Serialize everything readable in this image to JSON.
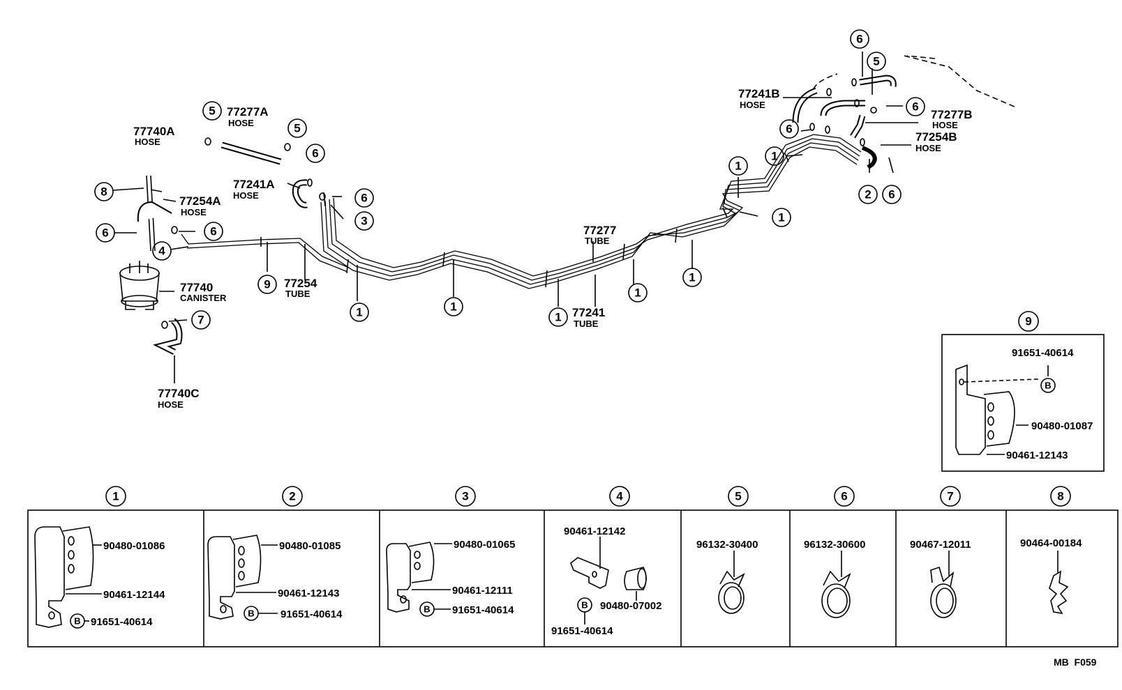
{
  "parts": {
    "hose_77740A": {
      "pn": "77740A",
      "label": "HOSE"
    },
    "hose_77277A": {
      "pn": "77277A",
      "label": "HOSE"
    },
    "hose_77241A": {
      "pn": "77241A",
      "label": "HOSE"
    },
    "hose_77254A": {
      "pn": "77254A",
      "label": "HOSE"
    },
    "canister_77740": {
      "pn": "77740",
      "label": "CANISTER"
    },
    "hose_77740C": {
      "pn": "77740C",
      "label": "HOSE"
    },
    "tube_77254": {
      "pn": "77254",
      "label": "TUBE"
    },
    "tube_77277": {
      "pn": "77277",
      "label": "TUBE"
    },
    "tube_77241": {
      "pn": "77241",
      "label": "TUBE"
    },
    "hose_77241B": {
      "pn": "77241B",
      "label": "HOSE"
    },
    "hose_77277B": {
      "pn": "77277B",
      "label": "HOSE"
    },
    "hose_77254B": {
      "pn": "77254B",
      "label": "HOSE"
    }
  },
  "callouts": [
    "1",
    "2",
    "3",
    "4",
    "5",
    "6",
    "7",
    "8",
    "9"
  ],
  "bolt_symbol": "B",
  "detail_9": {
    "num": "9",
    "parts": [
      "91651-40614",
      "90480-01087",
      "90461-12143"
    ]
  },
  "details": [
    {
      "num": "1",
      "parts": [
        "90480-01086",
        "90461-12144",
        "91651-40614"
      ]
    },
    {
      "num": "2",
      "parts": [
        "90480-01085",
        "90461-12143",
        "91651-40614"
      ]
    },
    {
      "num": "3",
      "parts": [
        "90480-01065",
        "90461-12111",
        "91651-40614"
      ]
    },
    {
      "num": "4",
      "parts": [
        "90461-12142",
        "90480-07002",
        "91651-40614"
      ]
    },
    {
      "num": "5",
      "parts": [
        "96132-30400"
      ]
    },
    {
      "num": "6",
      "parts": [
        "96132-30600"
      ]
    },
    {
      "num": "7",
      "parts": [
        "90467-12011"
      ]
    },
    {
      "num": "8",
      "parts": [
        "90464-00184"
      ]
    }
  ],
  "figure_code": "MB  F059"
}
